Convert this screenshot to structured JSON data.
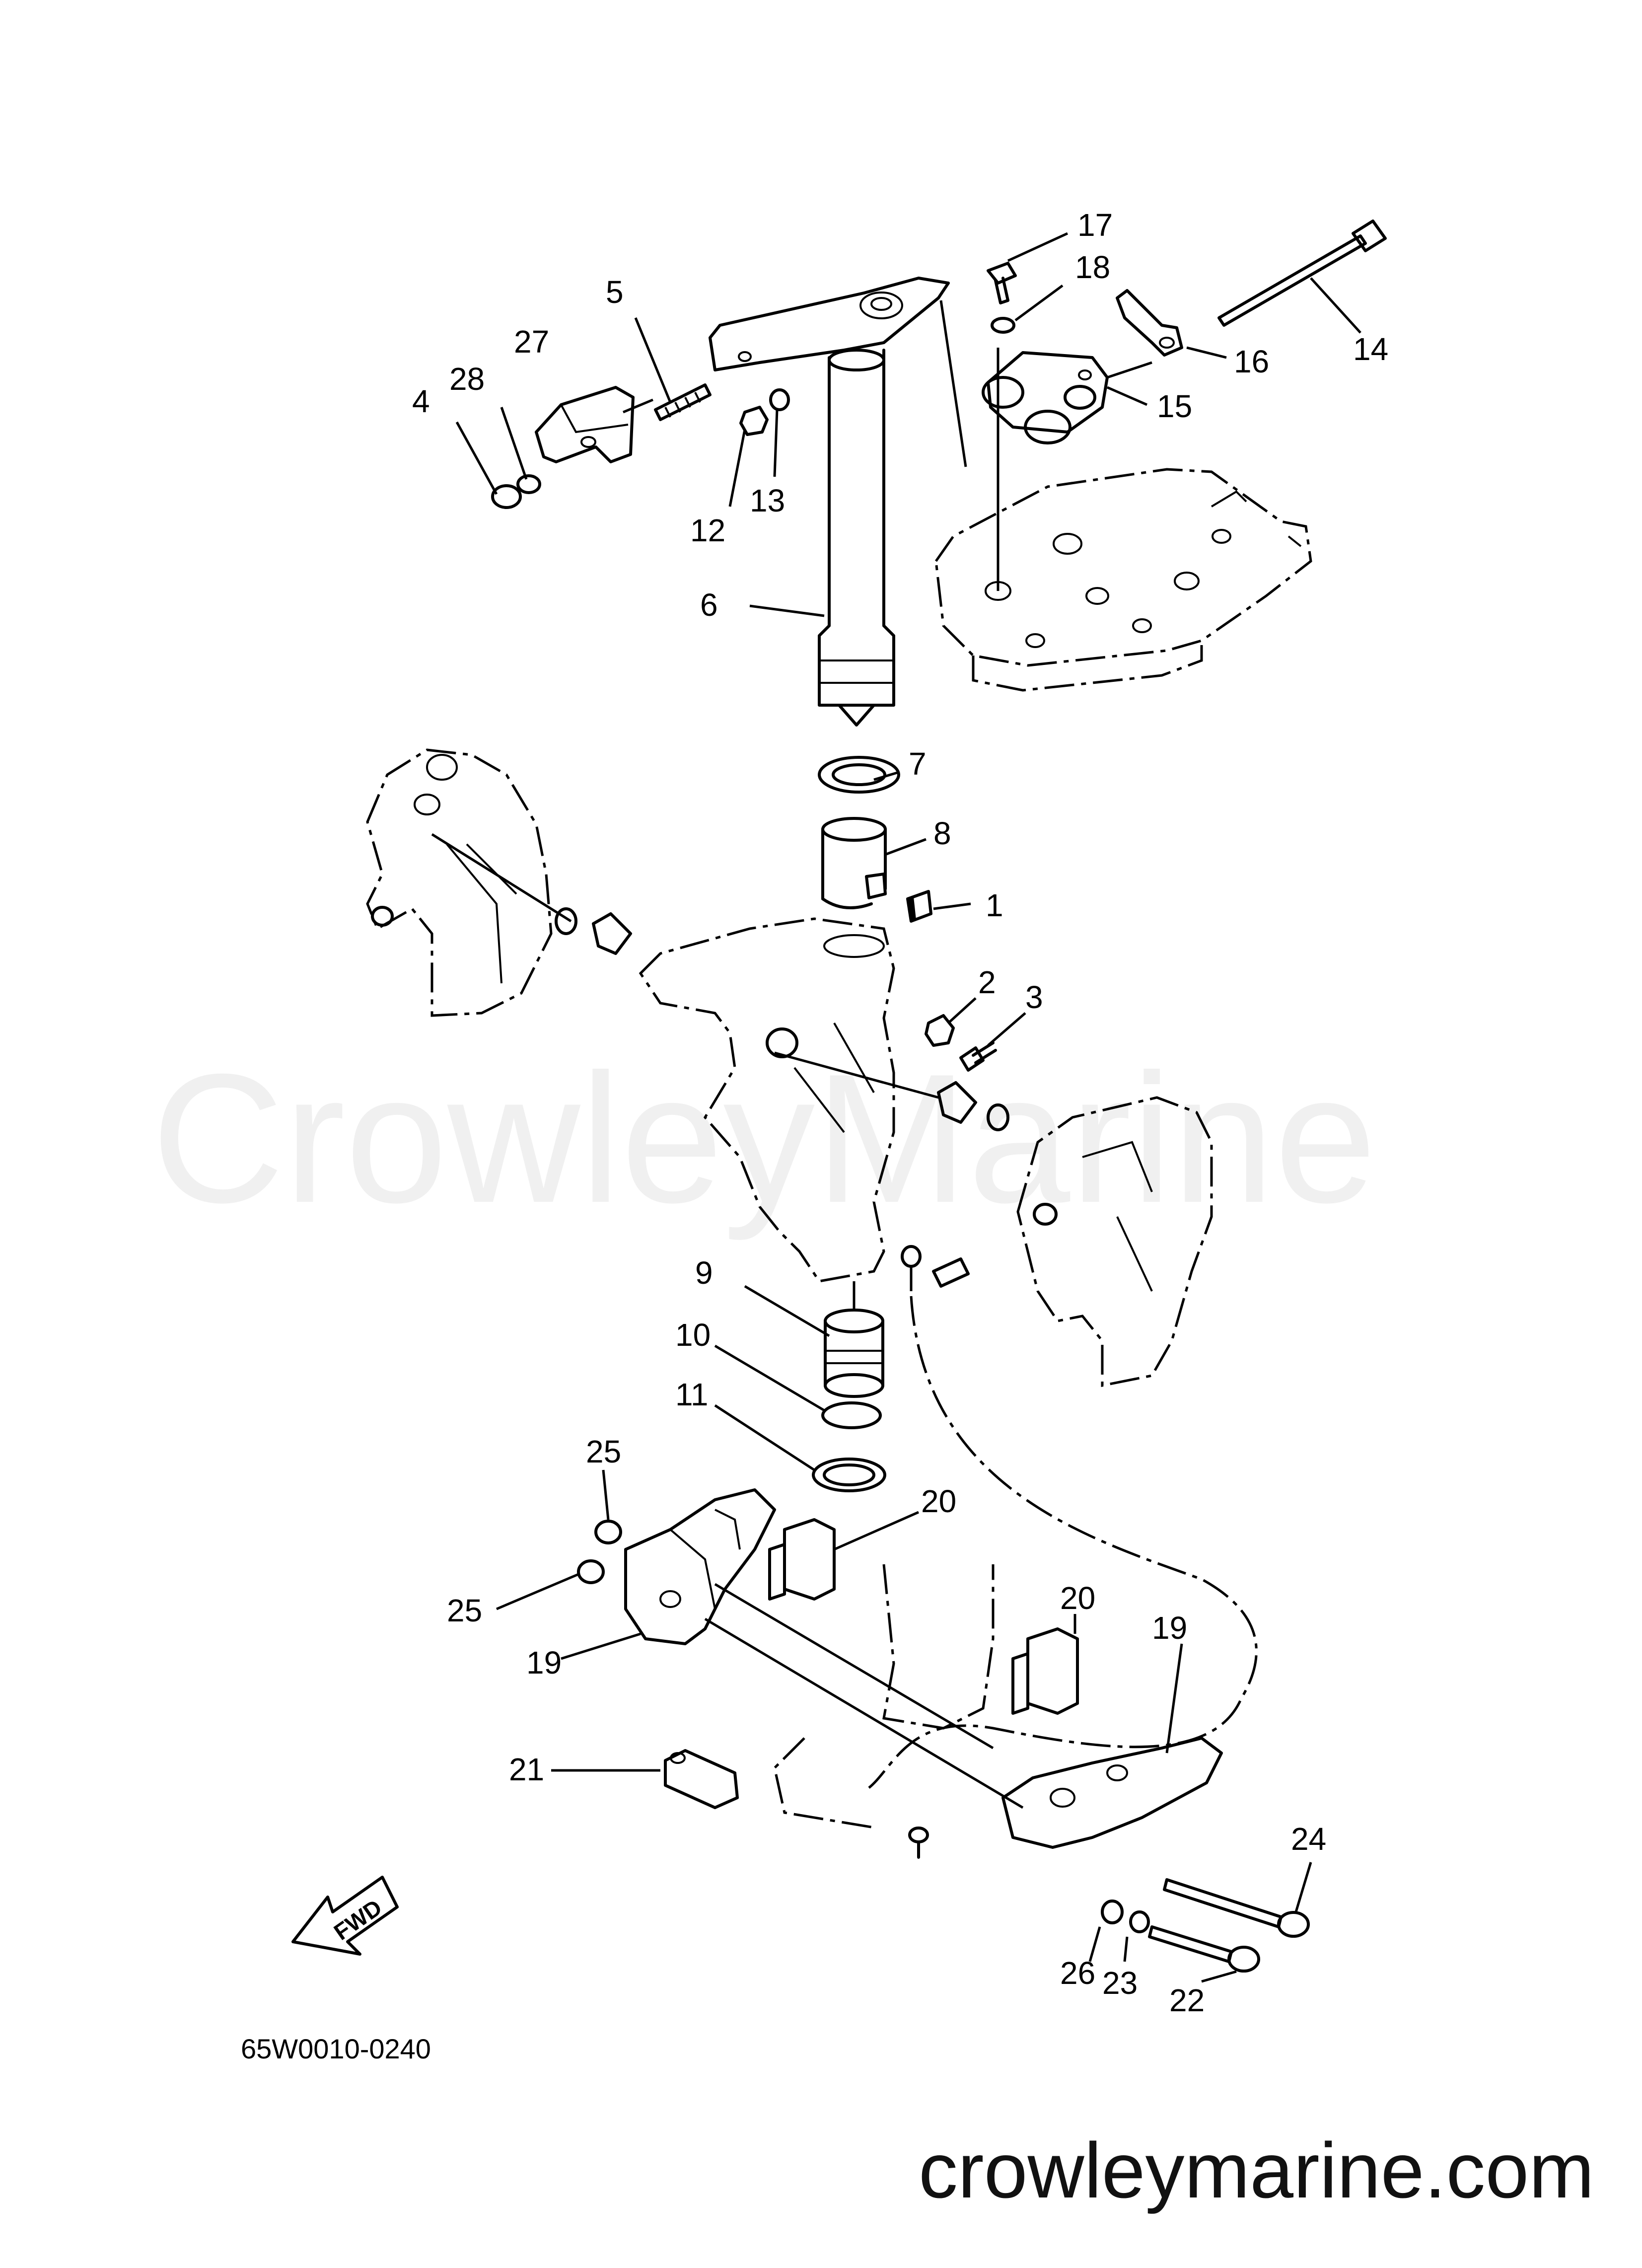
{
  "watermark": "CrowleyMarine",
  "drawing_code": "65W0010-0240",
  "site_url": "crowleymarine.com",
  "fwd_label": "FWD",
  "callouts": {
    "c1": "1",
    "c2": "2",
    "c3": "3",
    "c4": "4",
    "c5": "5",
    "c6": "6",
    "c7": "7",
    "c8": "8",
    "c9": "9",
    "c10": "10",
    "c11": "11",
    "c12": "12",
    "c13": "13",
    "c14": "14",
    "c15": "15",
    "c16": "16",
    "c17": "17",
    "c18": "18",
    "c19a": "19",
    "c19b": "19",
    "c20a": "20",
    "c20b": "20",
    "c21": "21",
    "c22": "22",
    "c23": "23",
    "c24": "24",
    "c25a": "25",
    "c25b": "25",
    "c26": "26",
    "c27": "27",
    "c28": "28"
  }
}
